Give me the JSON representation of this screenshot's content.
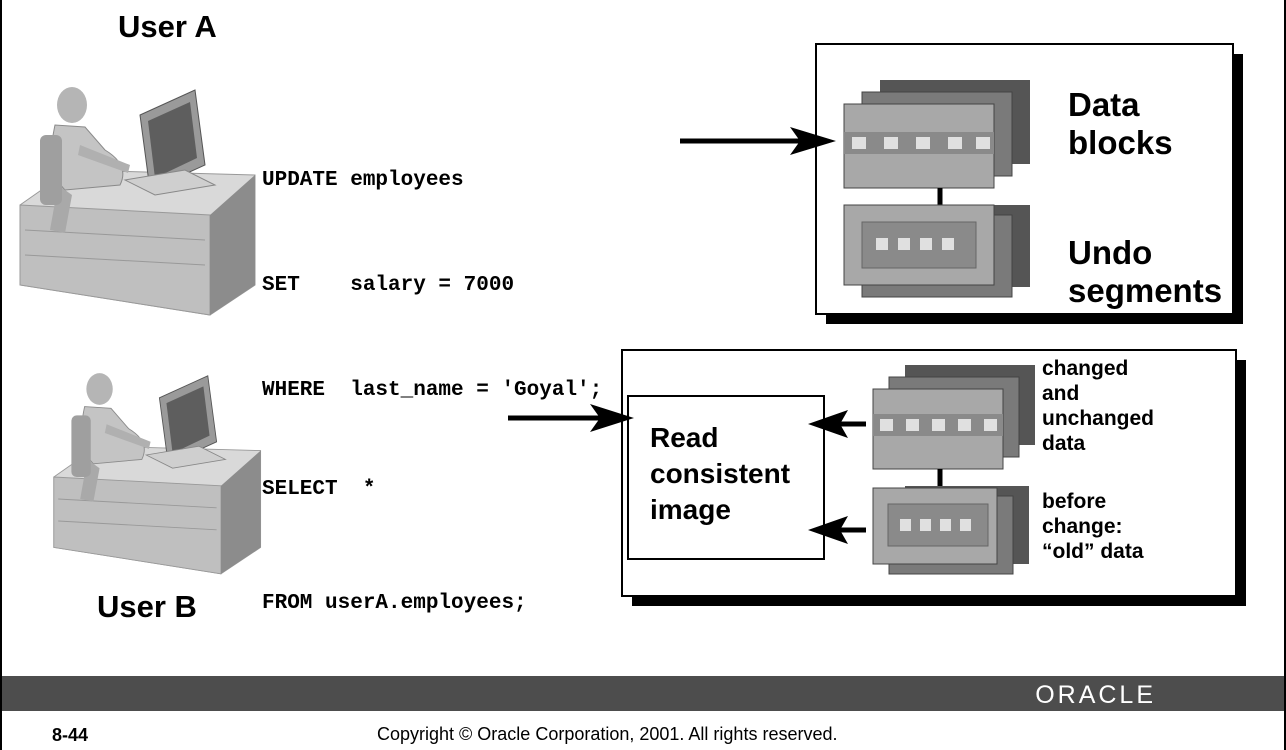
{
  "users": {
    "a_label": "User A",
    "b_label": "User B"
  },
  "statements": {
    "update": [
      "UPDATE employees",
      "SET    salary = 7000",
      "WHERE  last_name = 'Goyal';"
    ],
    "select": [
      "SELECT  *",
      "FROM userA.employees;"
    ]
  },
  "top_box": {
    "data_blocks": "Data blocks",
    "undo_segments": "Undo segments"
  },
  "bottom_box": {
    "read_consistent": "Read consistent image",
    "changed_data": "changed and unchanged data",
    "before_change": "before change: “old” data"
  },
  "footer": {
    "page_number": "8-44",
    "copyright": "Copyright © Oracle Corporation, 2001. All rights reserved.",
    "logo": "ORACLE"
  },
  "colors": {
    "footer_bar": "#4d4d4d",
    "block_light": "#a8a8a8",
    "block_dark": "#555555",
    "stripe": "#e0e0e0"
  },
  "icons": [
    "person-at-computer-icon",
    "data-block-stack-icon",
    "arrow-icon"
  ]
}
